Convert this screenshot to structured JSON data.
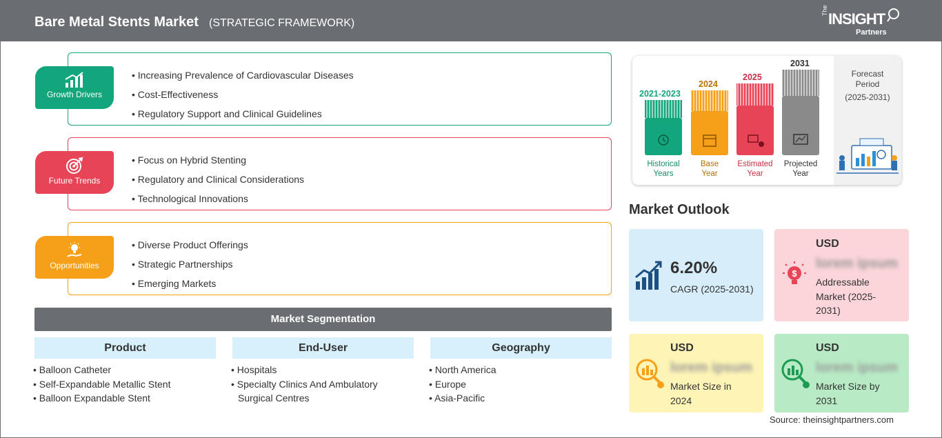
{
  "header": {
    "title": "Bare Metal Stents Market",
    "subtitle": "(STRATEGIC FRAMEWORK)"
  },
  "logo": {
    "the": "The",
    "insight": "INSIGHT",
    "partners": "Partners"
  },
  "sections": {
    "growth_drivers": {
      "label": "Growth Drivers",
      "color": "#13a57c",
      "items": [
        "Increasing Prevalence of Cardiovascular Diseases",
        "Cost-Effectiveness",
        "Regulatory Support and Clinical Guidelines"
      ]
    },
    "future_trends": {
      "label": "Future Trends",
      "color": "#e84458",
      "items": [
        "Focus on Hybrid Stenting",
        "Regulatory and Clinical Considerations",
        "Technological Innovations"
      ]
    },
    "opportunities": {
      "label": "Opportunities",
      "color": "#f6a01a",
      "items": [
        "Diverse Product Offerings",
        "Strategic Partnerships",
        "Emerging Markets"
      ]
    }
  },
  "segmentation": {
    "title": "Market Segmentation",
    "columns": [
      {
        "heading": "Product",
        "items": [
          "Balloon Catheter",
          "Self-Expandable Metallic Stent",
          "Balloon Expandable Stent"
        ]
      },
      {
        "heading": "End-User",
        "items": [
          "Hospitals",
          "Specialty Clinics And Ambulatory Surgical Centres"
        ]
      },
      {
        "heading": "Geography",
        "items": [
          "North America",
          "Europe",
          "Asia-Pacific"
        ]
      }
    ]
  },
  "timeline": {
    "periods": [
      {
        "year": "2021-2023",
        "label1": "Historical",
        "label2": "Years",
        "color": "#13a57c"
      },
      {
        "year": "2024",
        "label1": "Base",
        "label2": "Year",
        "color": "#f6a01a"
      },
      {
        "year": "2025",
        "label1": "Estimated",
        "label2": "Year",
        "color": "#e84458"
      },
      {
        "year": "2031",
        "label1": "Projected",
        "label2": "Year",
        "color": "#8a8a8a"
      }
    ],
    "forecast_label1": "Forecast",
    "forecast_label2": "Period",
    "forecast_range": "(2025-2031)"
  },
  "outlook": {
    "title": "Market Outlook",
    "cagr": {
      "value": "6.20%",
      "label": "CAGR (2025-2031)"
    },
    "addressable": {
      "currency": "USD",
      "value": "lorem ipsum",
      "label": "Addressable Market (2025-2031)"
    },
    "size_2024": {
      "currency": "USD",
      "value": "lorem ipsum",
      "label": "Market Size in 2024"
    },
    "size_2031": {
      "currency": "USD",
      "value": "lorem ipsum",
      "label": "Market Size by 2031"
    }
  },
  "source": "Source: theinsightpartners.com"
}
